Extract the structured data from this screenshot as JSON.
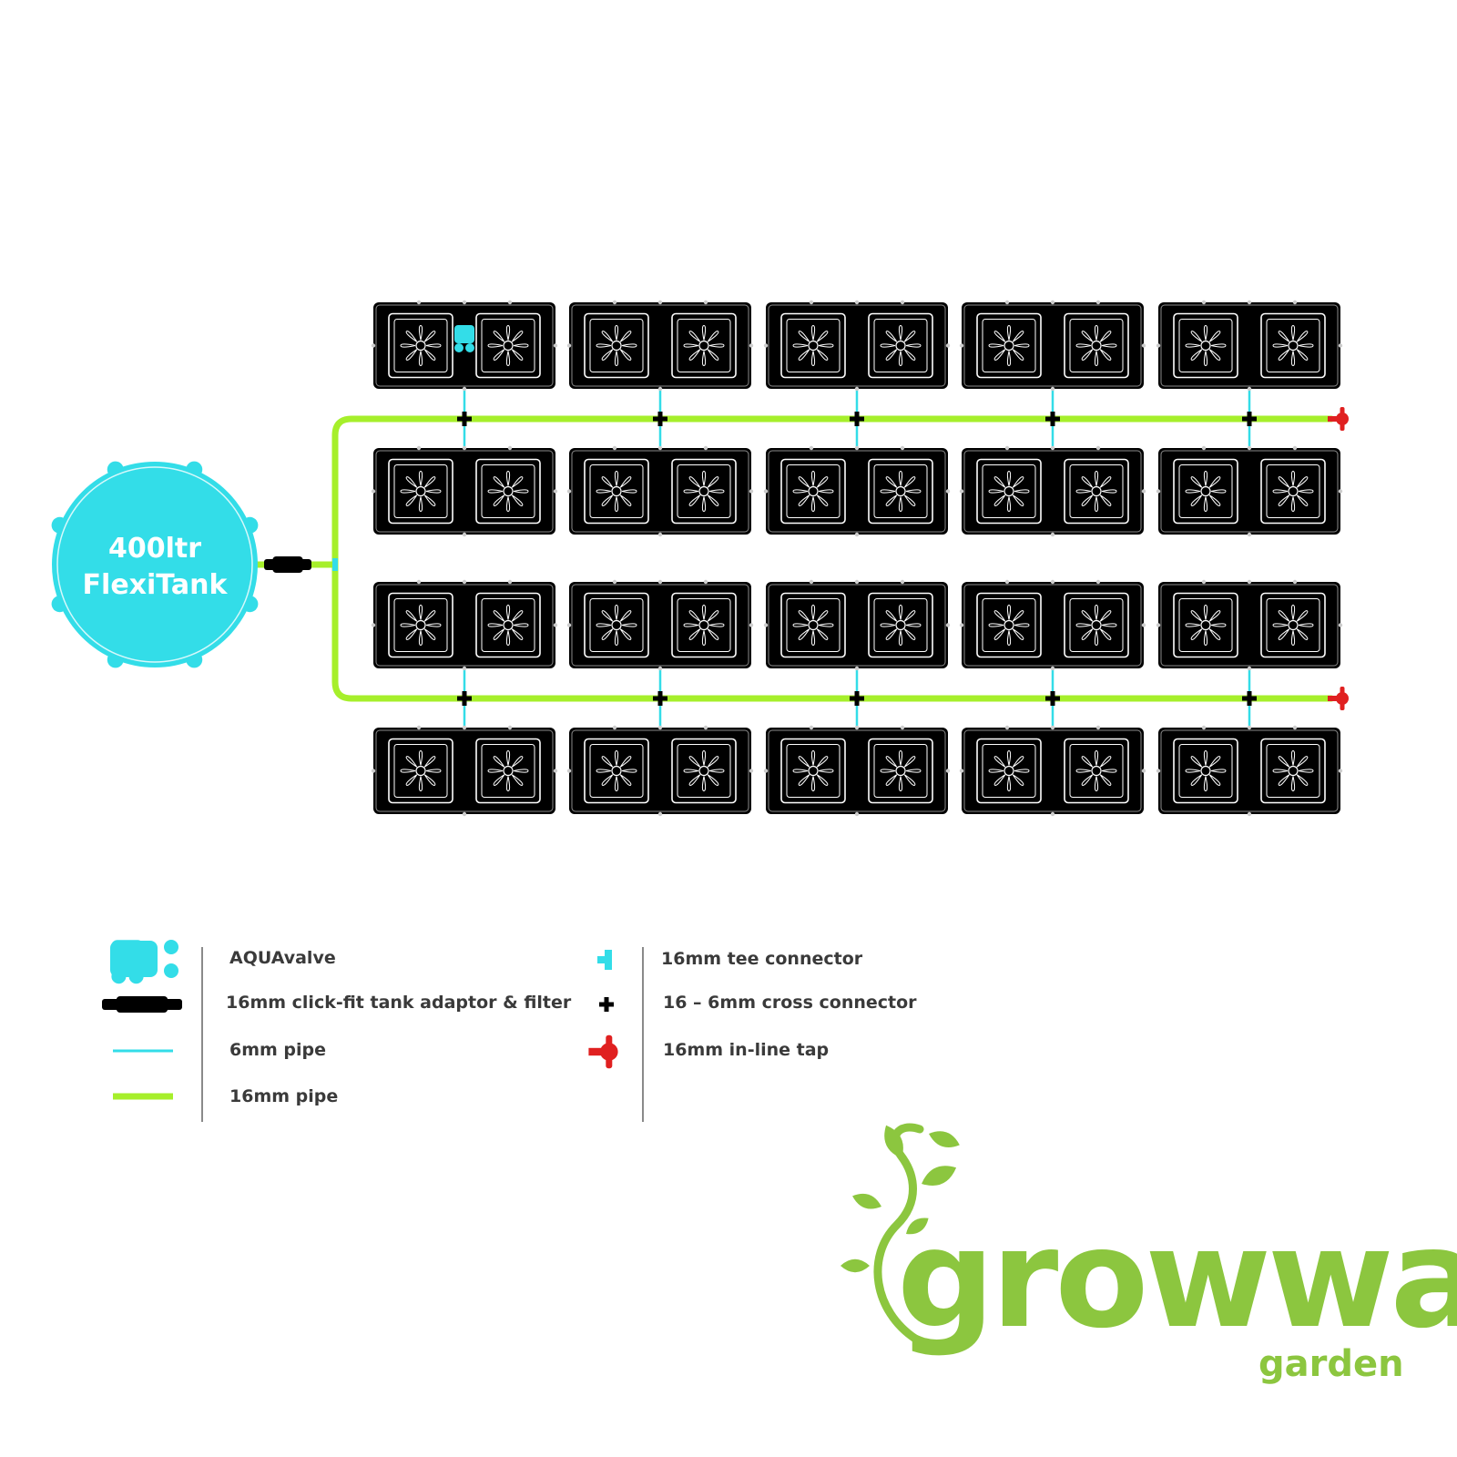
{
  "tank": {
    "line1": "400ltr",
    "line2": "FlexiTank"
  },
  "layout": {
    "tray_columns": 5,
    "tray_rows": 4,
    "pots_per_tray": 2,
    "aquavalve_count": 1
  },
  "legend": {
    "left": [
      {
        "icon": "aquavalve-icon",
        "label": "AQUAvalve"
      },
      {
        "icon": "tank-adaptor-filter-icon",
        "label": "16mm click-fit tank adaptor & filter"
      },
      {
        "icon": "6mm-pipe-icon",
        "label": "6mm pipe"
      },
      {
        "icon": "16mm-pipe-icon",
        "label": "16mm pipe"
      }
    ],
    "right": [
      {
        "icon": "tee-connector-icon",
        "label": "16mm tee connector"
      },
      {
        "icon": "cross-connector-icon",
        "label": "16 – 6mm cross connector"
      },
      {
        "icon": "inline-tap-icon",
        "label": "16mm in-line tap"
      }
    ]
  },
  "logo": {
    "word": "growway",
    "sub": "garden"
  },
  "colors": {
    "tank": "#33dde8",
    "pipe_6mm": "#33dde8",
    "pipe_16mm": "#a6ef2b",
    "cross_connector": "#000000",
    "inline_tap": "#e02020",
    "tray": "#000000",
    "logo": "#8cc63f"
  }
}
